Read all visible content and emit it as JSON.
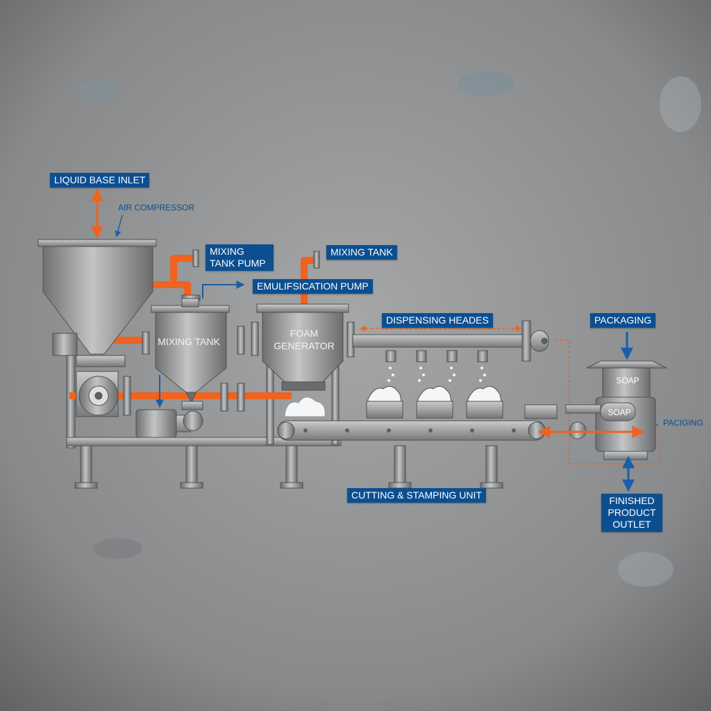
{
  "diagram": {
    "callouts": {
      "liquid_base_inlet": "LIQUID BASE INLET",
      "air_compressor": "AIR COMPRESSOR",
      "mixing_tank_pump": "MIXING TANK PUMP",
      "mixing_tank_top": "MIXING TANK",
      "emulsification_pump": "EMULIFSICATION PUMP",
      "dispensing_heads": "DISPENSING HEADES",
      "packaging": "PACKAGING",
      "packaging_side": "PACIGING",
      "cutting_stamping_unit": "CUTTING & STAMPING UNIT",
      "finished_product_outlet": "FINISHED PRODUCT OUTLET"
    },
    "equipment": {
      "mixing_tank": "MIXING TANK",
      "foam_generator_line1": "FOAM",
      "foam_generator_line2": "GENERATOR",
      "soap_top": "SOAP",
      "soap_bottom": "SOAP"
    },
    "colors": {
      "background": "#8e9092",
      "pipe": "#f0621f",
      "label_bg": "#0b4f91",
      "arrow_blue": "#1a5ea8",
      "metal": "#9c9ea0",
      "metal_dark": "#4e5052"
    }
  }
}
